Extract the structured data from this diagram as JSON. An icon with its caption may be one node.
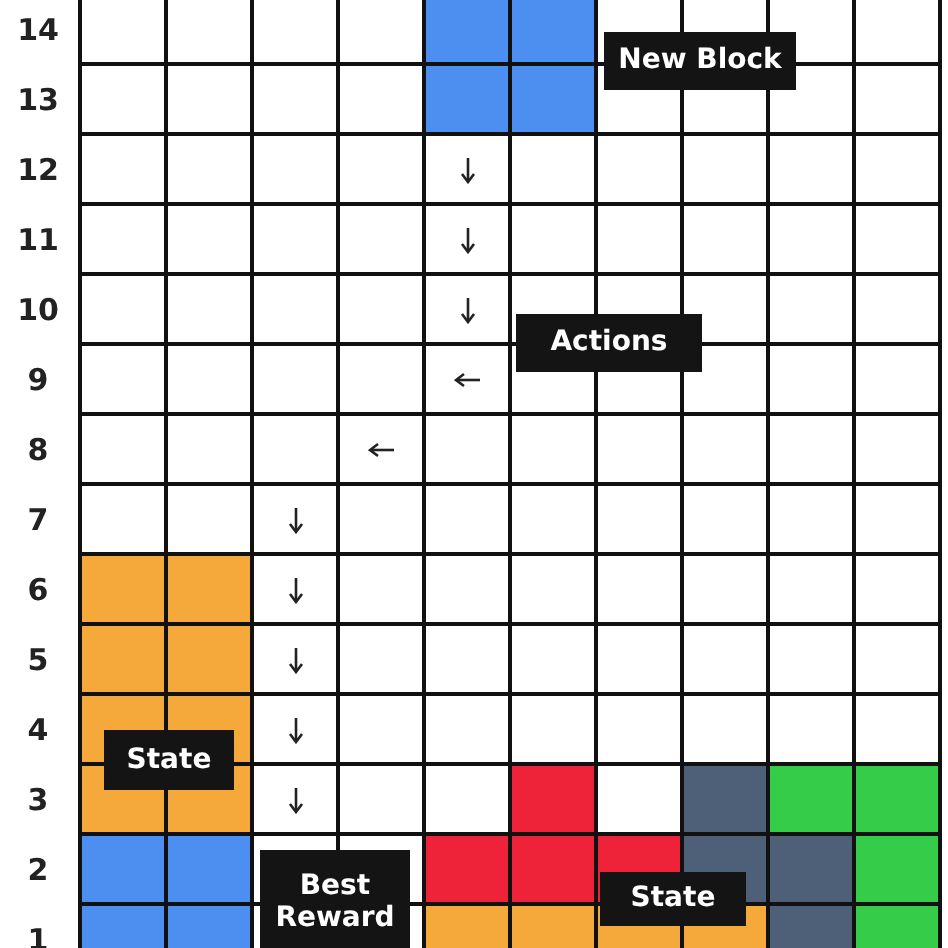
{
  "diagram": {
    "nodes": [
      {
        "text": [
          "New Block"
        ]
      },
      {
        "text": [
          "Actions"
        ]
      },
      {
        "text": [
          "State"
        ]
      },
      {
        "text": [
          "Best Reward"
        ]
      },
      {
        "text": [
          "State"
        ]
      }
    ],
    "labels": [
      "14",
      "13",
      "12",
      "11",
      "10",
      "9",
      "8",
      "7",
      "6",
      "5",
      "4",
      "3",
      "2",
      "1"
    ]
  }
}
